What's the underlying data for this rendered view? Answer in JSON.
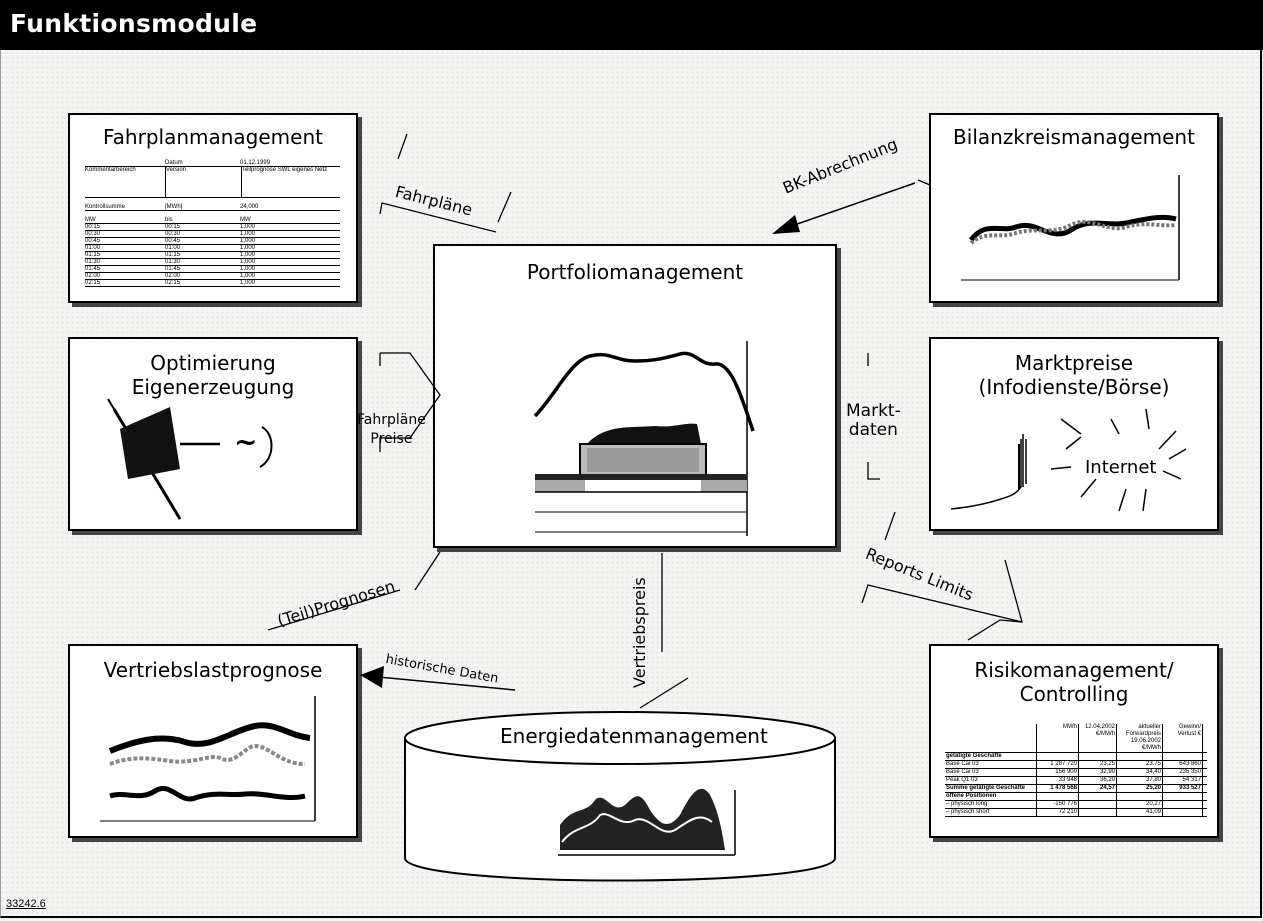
{
  "header": {
    "title": "Funktionsmodule"
  },
  "modules": {
    "fahrplan": {
      "title": "Fahrplanmanagement"
    },
    "bilanz": {
      "title": "Bilanzkreismanagement"
    },
    "portfolio": {
      "title": "Portfoliomanagement"
    },
    "optimierung": {
      "line1": "Optimierung",
      "line2": "Eigenerzeugung",
      "tilde": "~"
    },
    "markt": {
      "line1": "Marktpreise",
      "line2": "(Infodienste/Börse)",
      "internet": "Internet"
    },
    "vertrieb": {
      "title": "Vertriebslastprognose"
    },
    "risiko": {
      "line1": "Risikomanagement/",
      "line2": "Controlling"
    },
    "energie": {
      "title": "Energiedatenmanagement"
    }
  },
  "flows": {
    "fahrplaene": "Fahrpläne",
    "bk_abrechnung": "BK-Abrechnung",
    "fahrplaene_preise_1": "Fahrpläne",
    "fahrplaene_preise_2": "Preise",
    "marktdaten_1": "Markt-",
    "marktdaten_2": "daten",
    "teil_prognosen": "(Teil)Prognosen",
    "vertriebspreis": "Vertriebspreis",
    "reports_limits": "Reports Limits",
    "historische_daten": "historische Daten"
  },
  "schedule": {
    "head": [
      "",
      "Datum",
      "01.12.1999"
    ],
    "sub": [
      "Kommentarbereich",
      "Version",
      "Teilprognose SWL eigenes Netz"
    ],
    "sum": [
      "Kontrollsumme",
      "[MWh]",
      "24,000"
    ],
    "units": [
      "MW",
      "bis",
      "MW"
    ],
    "rows": [
      [
        "00:15",
        "00:15",
        "1,000"
      ],
      [
        "00:30",
        "00:30",
        "1,000"
      ],
      [
        "00:45",
        "00:45",
        "1,000"
      ],
      [
        "01:00",
        "01:00",
        "1,000"
      ],
      [
        "01:15",
        "01:15",
        "1,000"
      ],
      [
        "01:30",
        "01:30",
        "1,000"
      ],
      [
        "01:45",
        "01:45",
        "1,000"
      ],
      [
        "02:00",
        "02:00",
        "1,000"
      ],
      [
        "02:15",
        "02:15",
        "1,000"
      ]
    ]
  },
  "risk_table": {
    "headers": [
      "",
      "MWh",
      "12.04.2002 €/MWh",
      "aktueller Forwardpreis 19.06.2002 €/MWh",
      "Gewinn/ Verlust €"
    ],
    "rows": [
      [
        "getätigte Geschäfte",
        "",
        "",
        "",
        ""
      ],
      [
        "Base Cal 03",
        "1 287 720",
        "23,25",
        "23,75",
        "643 860"
      ],
      [
        "Base Cal 03",
        "156 900",
        "32,90",
        "34,40",
        "235 350"
      ],
      [
        "Peak Q1 03",
        "33 948",
        "36,20",
        "37,80",
        "54 317"
      ],
      [
        "Summe getätigte Geschäfte",
        "1 478 568",
        "24,57",
        "25,20",
        "933 527"
      ],
      [
        "offene Positionen",
        "",
        "",
        "",
        ""
      ],
      [
        "– physisch long",
        "-150 776",
        "",
        "20,27",
        ""
      ],
      [
        "– physisch short",
        "72 210",
        "",
        "41,09",
        ""
      ]
    ]
  },
  "figure_number": "33242.6"
}
